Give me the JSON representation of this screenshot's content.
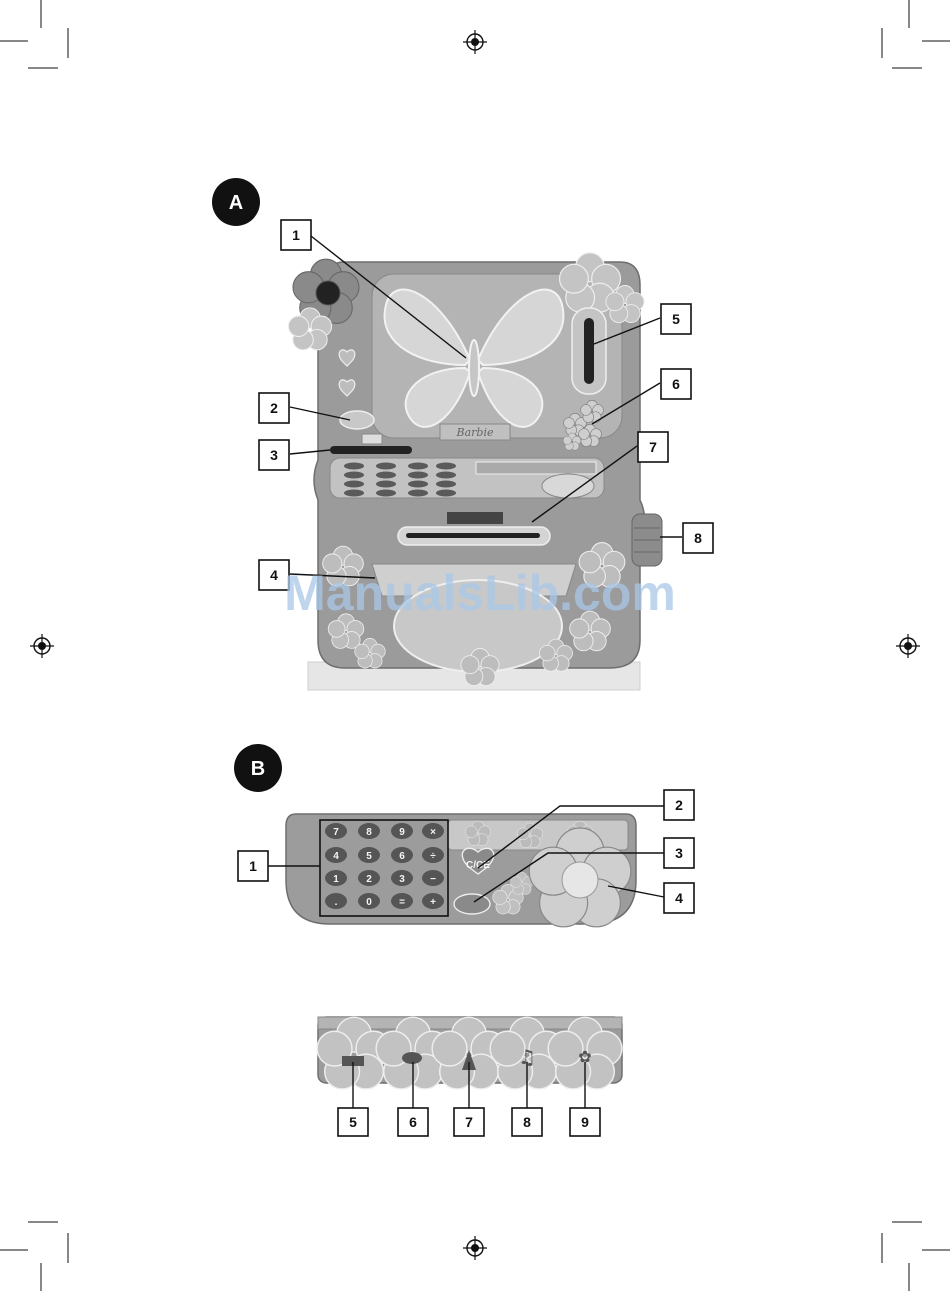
{
  "section_a": {
    "label": "A",
    "brand": "Barbie"
  },
  "section_b": {
    "label": "B"
  },
  "callouts_a": [
    "1",
    "2",
    "3",
    "4",
    "5",
    "6",
    "7",
    "8"
  ],
  "callouts_b": [
    "1",
    "2",
    "3",
    "4"
  ],
  "callouts_row": [
    "5",
    "6",
    "7",
    "8",
    "9"
  ],
  "keypad": [
    "7",
    "8",
    "9",
    "×",
    "4",
    "5",
    "6",
    "÷",
    "1",
    "2",
    "3",
    "−",
    ".",
    "0",
    "=",
    "+"
  ],
  "mode_key_label": "C/CE",
  "watermark": "ManualsLib.com"
}
